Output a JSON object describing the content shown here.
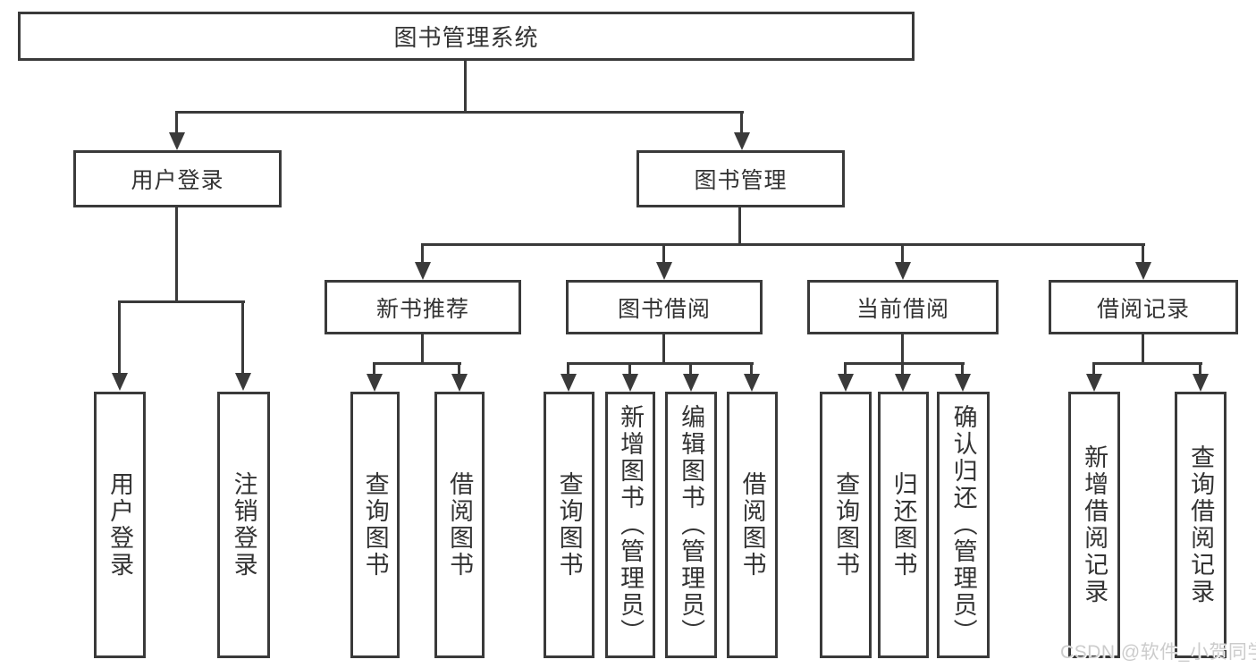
{
  "diagram": {
    "root": "图书管理系统",
    "level2": [
      "用户登录",
      "图书管理"
    ],
    "level3": [
      "新书推荐",
      "图书借阅",
      "当前借阅",
      "借阅记录"
    ],
    "leaves": {
      "user_login": [
        "用户登录",
        "注销登录"
      ],
      "new_book_recommendation": [
        "查询图书",
        "借阅图书"
      ],
      "book_borrowing": [
        "查询图书",
        "新增图书（管理员）",
        "编辑图书（管理员）",
        "借阅图书"
      ],
      "current_borrowing": [
        "查询图书",
        "归还图书",
        "确认归还（管理员）"
      ],
      "borrowing_records": [
        "新增借阅记录",
        "查询借阅记录"
      ]
    },
    "colors": {
      "line": "#3a3a3a",
      "text": "#333333",
      "background": "#ffffff",
      "watermark": "#cccccc"
    }
  },
  "watermark": "CSDN @软件_小贺同学"
}
